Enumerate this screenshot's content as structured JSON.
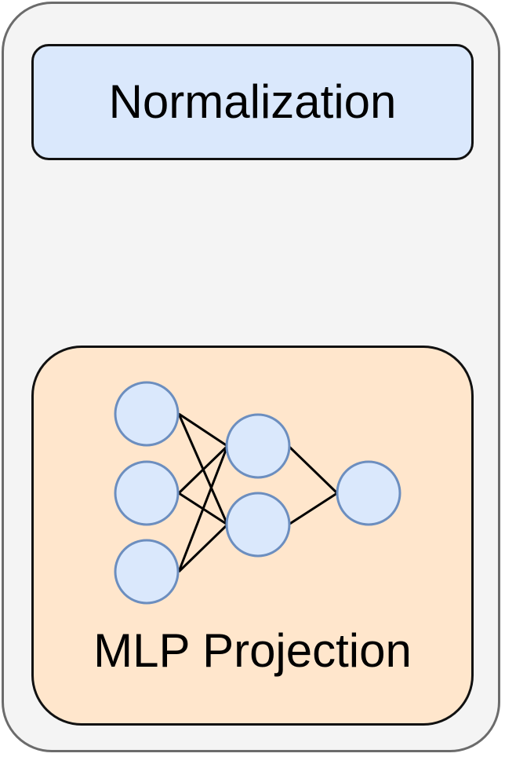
{
  "blocks": {
    "normalization": {
      "label": "Normalization",
      "fill": "#dae8fc"
    },
    "mlp": {
      "label": "MLP Projection",
      "fill": "#ffe6cc"
    }
  },
  "network": {
    "layers": [
      3,
      2,
      1
    ],
    "node_fill": "#dae8fc",
    "node_stroke": "#6c8ebf",
    "edge_color": "#000000"
  },
  "outer_frame": {
    "fill": "#f4f4f4",
    "stroke": "#6b6b6b"
  }
}
